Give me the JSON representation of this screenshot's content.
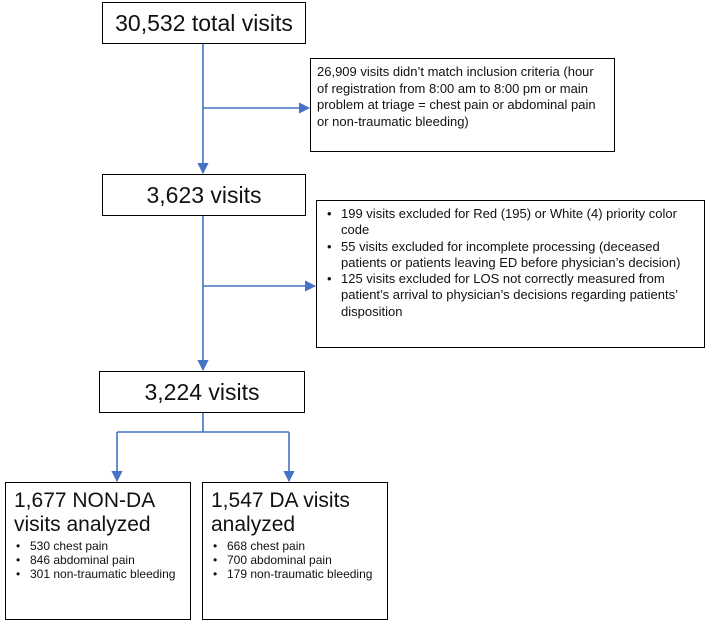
{
  "flowchart": {
    "total_visits": "30,532 total visits",
    "exclusion_1": "26,909 visits didn’t match inclusion criteria (hour of registration from 8:00 am to 8:00 pm or main problem at triage = chest pain or abdominal pain or non-traumatic bleeding)",
    "visits_after_1": "3,623 visits",
    "exclusion_2": [
      "199 visits excluded for Red (195) or White (4) priority color code",
      "55 visits excluded for incomplete processing (deceased patients or patients leaving ED before physician’s decision)",
      "125 visits excluded for LOS not correctly measured from patient’s arrival to physician’s decisions regarding patients’ disposition"
    ],
    "visits_after_2": "3,224 visits",
    "non_da": {
      "title": "1,677 NON-DA visits analyzed",
      "items": [
        "530 chest pain",
        "846 abdominal pain",
        "301 non-traumatic bleeding"
      ]
    },
    "da": {
      "title": "1,547 DA visits analyzed",
      "items": [
        "668 chest pain",
        "700 abdominal pain",
        "179 non-traumatic bleeding"
      ]
    }
  },
  "colors": {
    "arrow": "#4472C4",
    "border": "#000000"
  }
}
